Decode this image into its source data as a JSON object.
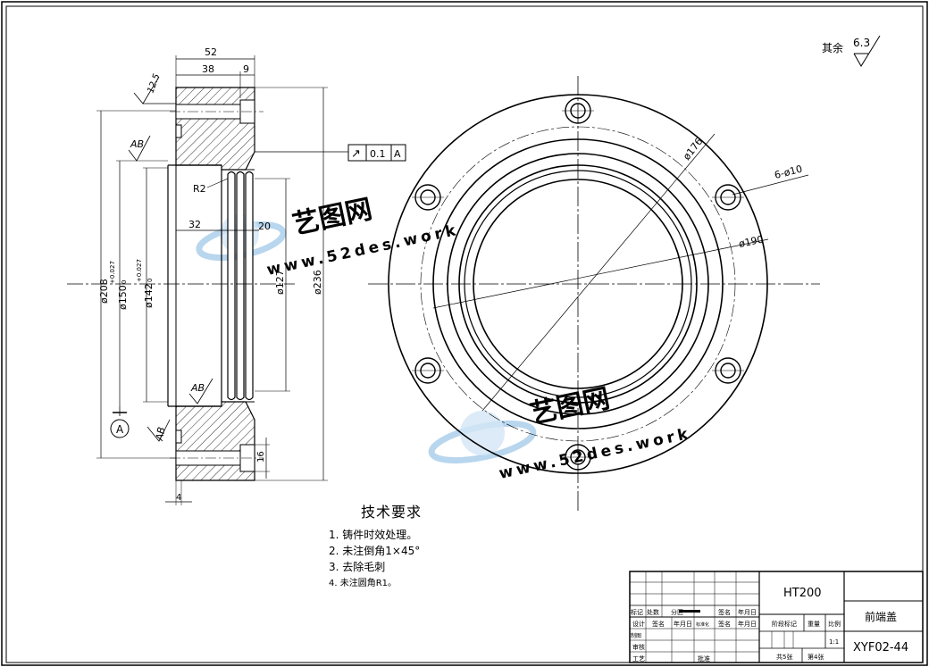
{
  "drawing": {
    "roughness_other": {
      "prefix": "其余",
      "value": "6.3"
    },
    "section_view": {
      "roughness_top": "12.5",
      "roughness_ab": "AB",
      "datum_label": "A",
      "dimensions": {
        "overall_width": "52",
        "width_38": "38",
        "width_9": "9",
        "depth_32": "32",
        "groove_20": "20",
        "radius_r2": "R2",
        "dia_208": "ø208",
        "dia_150": "ø150",
        "tol_150_upper": "+0.027",
        "tol_150_lower": "0",
        "dia_142": "ø142",
        "tol_142_upper": "+0.027",
        "tol_142_lower": "0",
        "dia_127": "ø127",
        "dia_236": "ø236",
        "width_16": "16",
        "width_4": "4"
      },
      "tolerance_frame": {
        "symbol": "↗",
        "value": "0.1",
        "datum": "A"
      }
    },
    "front_view": {
      "dia_176": "ø176",
      "holes": "6-ø10",
      "dia_190": "ø190"
    }
  },
  "watermark": {
    "brand": "艺图网",
    "url": "www.52des.work"
  },
  "tech_requirements": {
    "title": "技术要求",
    "items": [
      "1. 铸件时效处理。",
      "2. 未注倒角1×45°",
      "3. 去除毛刺",
      "4. 未注圆角R1。"
    ]
  },
  "title_block": {
    "material": "HT200",
    "part_name": "前端盖",
    "drawing_no": "XYF02-44",
    "scale": "1:1",
    "sheets_total": "共5张",
    "sheet_no": "第4张",
    "labels": {
      "mark": "标记",
      "count": "处数",
      "zone": "分区",
      "change_doc": "更改文件号",
      "signature": "签名",
      "date": "年月日",
      "design": "设计",
      "standardize": "标准化",
      "draw": "制图",
      "review": "审核",
      "process": "工艺",
      "approve": "批准",
      "stage_mark": "阶段标记",
      "weight": "重量",
      "ratio": "比例"
    }
  }
}
